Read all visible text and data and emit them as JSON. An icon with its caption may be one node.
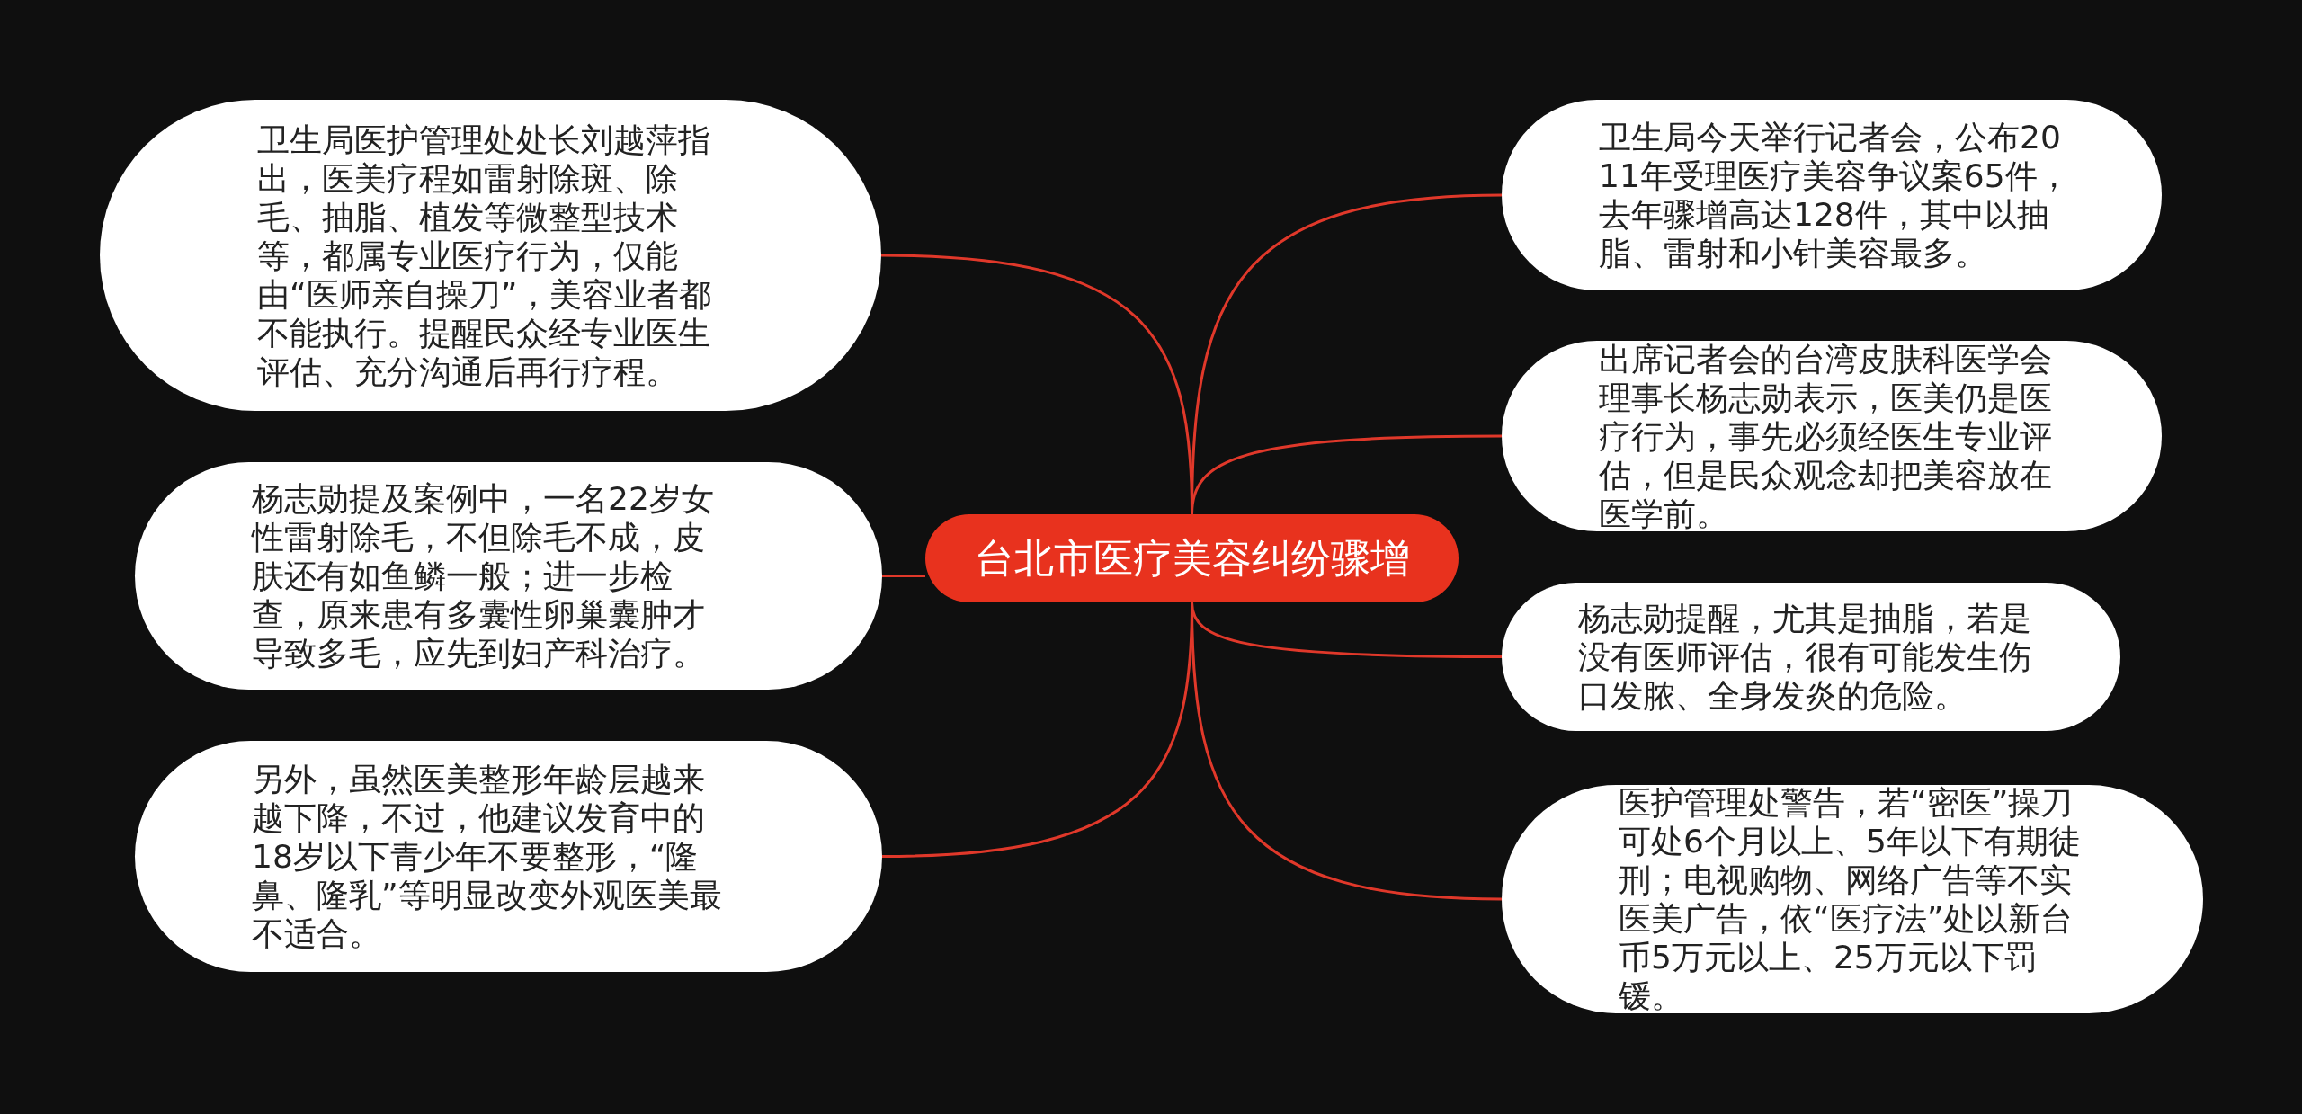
{
  "diagram": {
    "nodes": [
      {
        "text": [
          "台北市医疗美容纠纷骤增"
        ]
      },
      {
        "text": [
          "卫生局医护管理处处长刘越萍指出，医美疗程如雷射除斑、除毛、抽脂、植发等微整型技术等，都属专业医疗行为，仅能由“医师亲自操刀”，美容业者都不能执行。提醒民众经专业医生评估、充分沟通后再行疗程。"
        ]
      },
      {
        "text": [
          "杨志勋提及案例中，一名22岁女性雷射除毛，不但除毛不成，皮肤还有如鱼鳞一般；进一步检查，原来患有多囊性卵巢囊肿才导致多毛，应先到妇产科治疗。"
        ]
      },
      {
        "text": [
          "另外，虽然医美整形年龄层越来越下降，不过，他建议发育中的18岁以下青少年不要整形，“隆鼻、隆乳”等明显改变外观医美最不适合。"
        ]
      },
      {
        "text": [
          "卫生局今天举行记者会，公布2011年受理医疗美容争议案65件，去年骤增高达128件，其中以抽脂、雷射和小针美容最多。"
        ]
      },
      {
        "text": [
          "出席记者会的台湾皮肤科医学会理事长杨志勋表示，医美仍是医疗行为，事先必须经医生专业评估，但是民众观念却把美容放在医学前。"
        ]
      },
      {
        "text": [
          "杨志勋提醒，尤其是抽脂，若是没有医师评估，很有可能发生伤口发脓、全身发炎的危险。"
        ]
      },
      {
        "text": [
          "医护管理处警告，若“密医”操刀可处6个月以上、5年以下有期徒刑；电视购物、网络广告等不实医美广告，依“医疗法”处以新台币5万元以上、25万元以下罚锾。"
        ]
      }
    ],
    "edges": [
      {
        "from": 0,
        "to": 1,
        "arrow": "none"
      },
      {
        "from": 0,
        "to": 2,
        "arrow": "none"
      },
      {
        "from": 0,
        "to": 3,
        "arrow": "none"
      },
      {
        "from": 0,
        "to": 4,
        "arrow": "none"
      },
      {
        "from": 0,
        "to": 5,
        "arrow": "none"
      },
      {
        "from": 0,
        "to": 6,
        "arrow": "none"
      },
      {
        "from": 0,
        "to": 7,
        "arrow": "none"
      }
    ]
  }
}
